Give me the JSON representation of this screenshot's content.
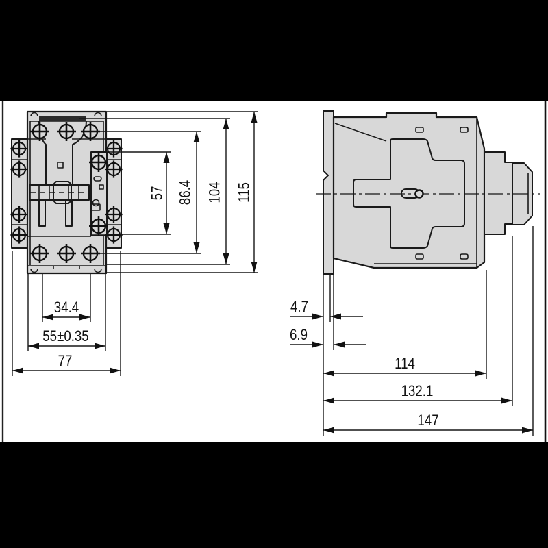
{
  "drawing": {
    "units": "mm",
    "labels": {
      "d34": "34.4",
      "d55": "55±0.35",
      "d77": "77",
      "d57": "57",
      "d86": "86.4",
      "d104": "104",
      "d115": "115",
      "d47": "4.7",
      "d69": "6.9",
      "d114": "114",
      "d132": "132.1",
      "d147": "147"
    },
    "front_view": {
      "horizontal_dimensions_mm": [
        "34.4",
        "55±0.35",
        "77"
      ],
      "vertical_dimensions_mm": [
        "57",
        "86.4",
        "104",
        "115"
      ]
    },
    "side_view": {
      "dimensions_mm": [
        "4.7",
        "6.9",
        "114",
        "132.1",
        "147"
      ]
    },
    "colors": {
      "background": "#ffffff",
      "mask": "#000000",
      "body_fill": "#d8d8d8",
      "line": "#1a1a1a"
    }
  }
}
